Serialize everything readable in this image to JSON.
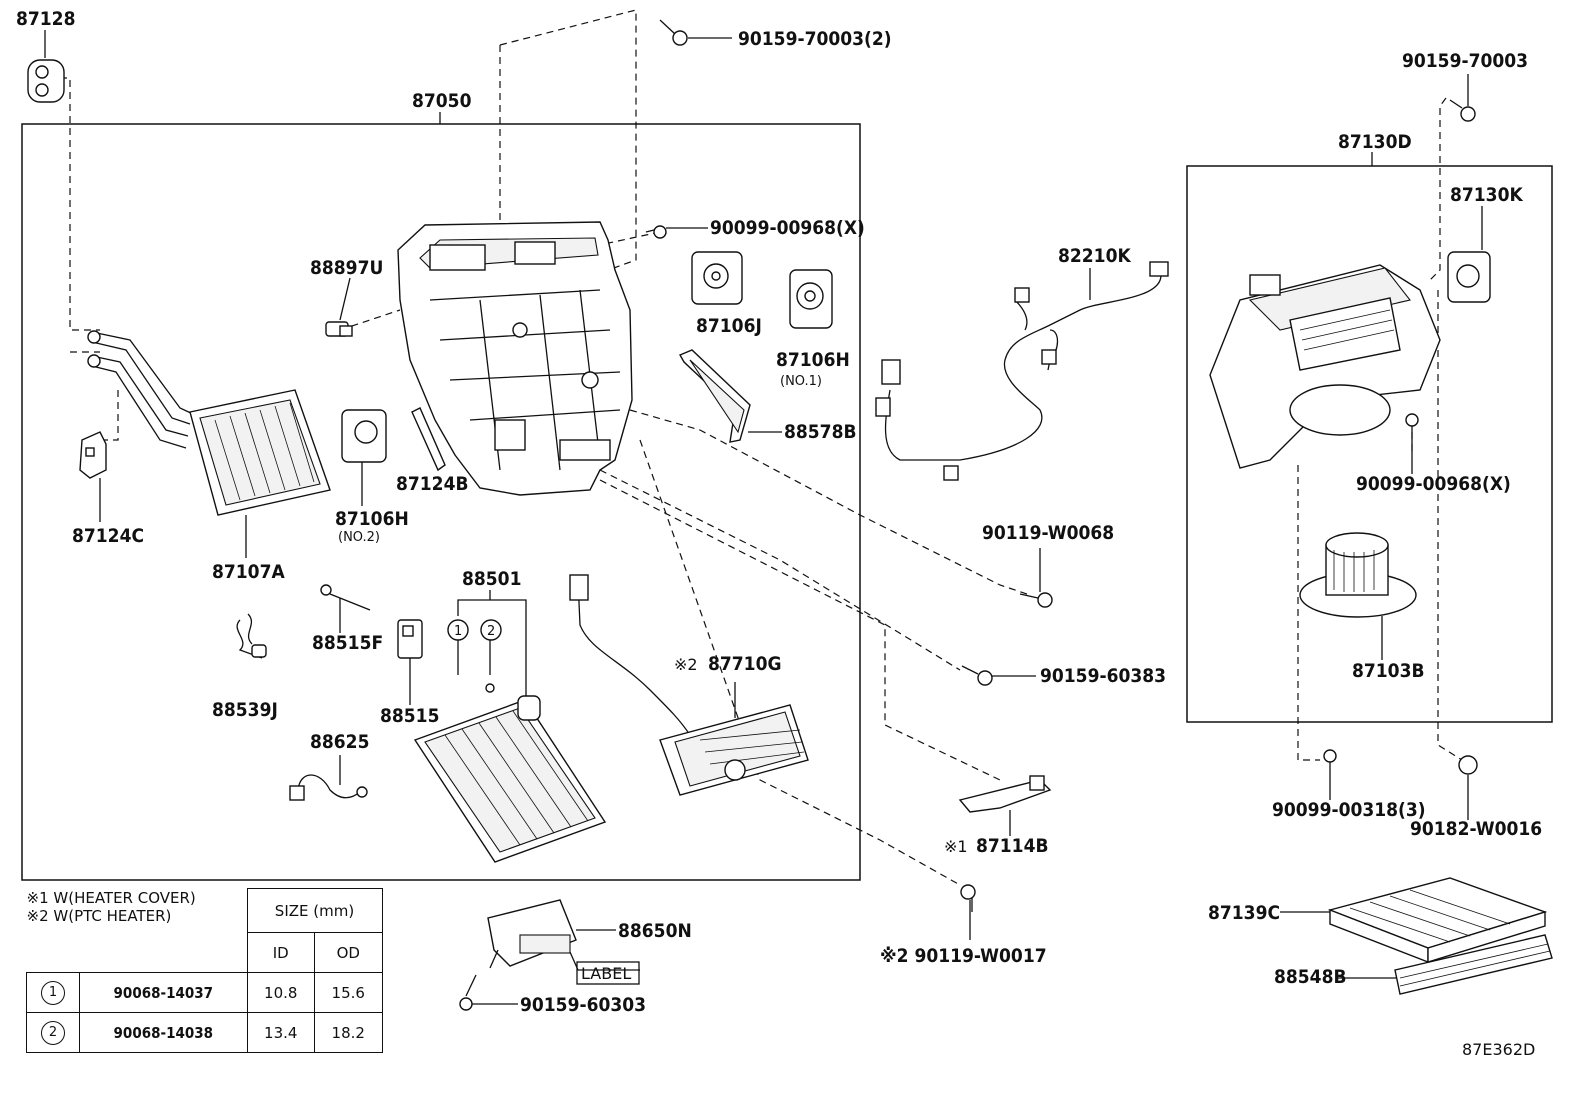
{
  "diagram_code": "87E362D",
  "frames": {
    "left_assembly": "87050",
    "right_assembly": "87130D"
  },
  "labels": {
    "p87128": "87128",
    "p87050": "87050",
    "p90159_70003_2": "90159-70003(2)",
    "p90099_00968x_a": "90099-00968(X)",
    "p88897U": "88897U",
    "p87106J": "87106J",
    "p87106H_1": "87106H",
    "no1": "(NO.1)",
    "p88578B": "88578B",
    "p87124B": "87124B",
    "p87106H_2": "87106H",
    "no2": "(NO.2)",
    "p87124C": "87124C",
    "p87107A": "87107A",
    "p88501": "88501",
    "p88515F": "88515F",
    "p88539J": "88539J",
    "p88515": "88515",
    "p88625": "88625",
    "p87710G": "87710G",
    "note2_mark_a": "※2",
    "p82210K": "82210K",
    "p90119_W0068": "90119-W0068",
    "p90159_60383": "90159-60383",
    "p87114B": "87114B",
    "note1_mark": "※1",
    "p90119_W0017": "※2 90119-W0017",
    "p88650N": "88650N",
    "label_box": "LABEL",
    "p90159_60303": "90159-60303",
    "p90159_70003": "90159-70003",
    "p87130D": "87130D",
    "p87130K": "87130K",
    "p90099_00968x_b": "90099-00968(X)",
    "p87103B": "87103B",
    "p90099_00318_3": "90099-00318(3)",
    "p90182_W0016": "90182-W0016",
    "p87139C": "87139C",
    "p88548B": "88548B",
    "circle1": "1",
    "circle2": "2"
  },
  "legend": {
    "note1": "※1 W(HEATER COVER)",
    "note2": "※2 W(PTC HEATER)"
  },
  "spec_table": {
    "size_header": "SIZE (mm)",
    "col_id": "ID",
    "col_od": "OD",
    "rows": [
      {
        "mark": "1",
        "part": "90068-14037",
        "id": "10.8",
        "od": "15.6"
      },
      {
        "mark": "2",
        "part": "90068-14038",
        "id": "13.4",
        "od": "18.2"
      }
    ]
  }
}
